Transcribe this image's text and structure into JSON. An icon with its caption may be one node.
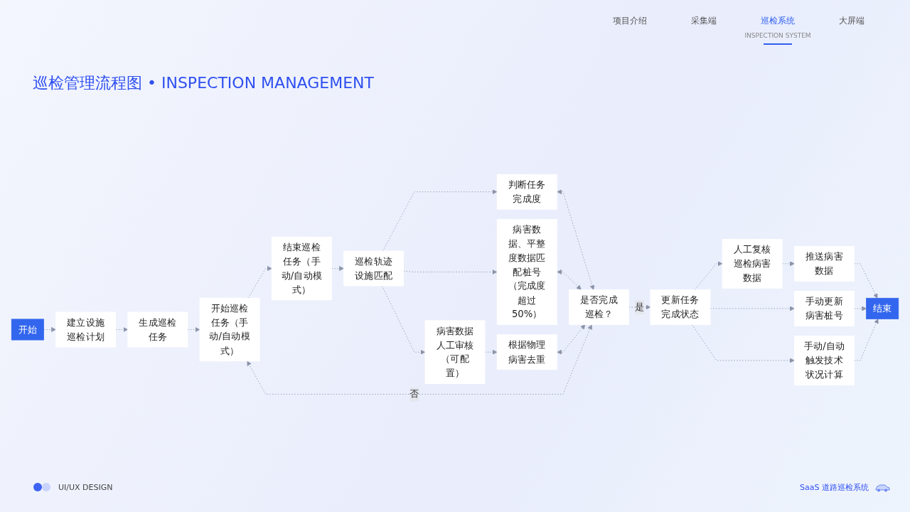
{
  "diagram": {
    "title": "巡检管理流程图 • INSPECTION MANAGEMENT",
    "nodes": [
      {
        "text": [
          "开始"
        ]
      },
      {
        "text": [
          "建立设施巡检计划"
        ]
      },
      {
        "text": [
          "生成巡检任务"
        ]
      },
      {
        "text": [
          "开始巡检任务（手动/自动模式）"
        ]
      },
      {
        "text": [
          "结束巡检任务（手动/自动模式）"
        ]
      },
      {
        "text": [
          "巡检轨迹设施匹配"
        ]
      },
      {
        "text": [
          "判断任务完成度"
        ]
      },
      {
        "text": [
          "病害数据、平整度数据匹配桩号（完成度超过50%）"
        ]
      },
      {
        "text": [
          "根据物理病害去重"
        ]
      },
      {
        "text": [
          "病害数据人工审核（可配置）"
        ]
      },
      {
        "text": [
          "是否完成巡检？"
        ]
      },
      {
        "text": [
          "更新任务完成状态"
        ]
      },
      {
        "text": [
          "人工复核巡检病害数据"
        ]
      },
      {
        "text": [
          "推送病害数据"
        ]
      },
      {
        "text": [
          "手动更新病害桩号"
        ]
      },
      {
        "text": [
          "手动/自动触发技术状况计算"
        ]
      },
      {
        "text": [
          "结束"
        ]
      }
    ],
    "edges": [
      {
        "from": 0,
        "to": 1,
        "arrow": "to"
      },
      {
        "from": 1,
        "to": 2,
        "arrow": "to"
      },
      {
        "from": 2,
        "to": 3,
        "arrow": "to"
      },
      {
        "from": 3,
        "to": 4,
        "arrow": "to"
      },
      {
        "from": 4,
        "to": 5,
        "arrow": "to"
      },
      {
        "from": 5,
        "to": 6,
        "arrow": "to"
      },
      {
        "from": 5,
        "to": 7,
        "arrow": "to"
      },
      {
        "from": 5,
        "to": 9,
        "arrow": "to"
      },
      {
        "from": 9,
        "to": 8,
        "arrow": "to"
      },
      {
        "from": 6,
        "to": 10,
        "arrow": "both"
      },
      {
        "from": 7,
        "to": 10,
        "arrow": "both"
      },
      {
        "from": 8,
        "to": 10,
        "arrow": "both"
      },
      {
        "from": 10,
        "to": 3,
        "label": "否",
        "arrow": "both"
      },
      {
        "from": 10,
        "to": 11,
        "label": "是",
        "arrow": "to"
      },
      {
        "from": 11,
        "to": 12,
        "arrow": "to"
      },
      {
        "from": 11,
        "to": 14,
        "arrow": "to"
      },
      {
        "from": 11,
        "to": 15,
        "arrow": "to"
      },
      {
        "from": 12,
        "to": 13,
        "arrow": "to"
      },
      {
        "from": 13,
        "to": 16,
        "arrow": "to"
      },
      {
        "from": 14,
        "to": 16,
        "arrow": "to"
      },
      {
        "from": 15,
        "to": 16,
        "arrow": "to"
      }
    ],
    "labels": [
      "项目介绍",
      "采集端",
      "巡检系统",
      "INSPECTION SYSTEM",
      "大屏端",
      "UI/UX DESIGN",
      "SaaS 道路巡检系统"
    ]
  }
}
